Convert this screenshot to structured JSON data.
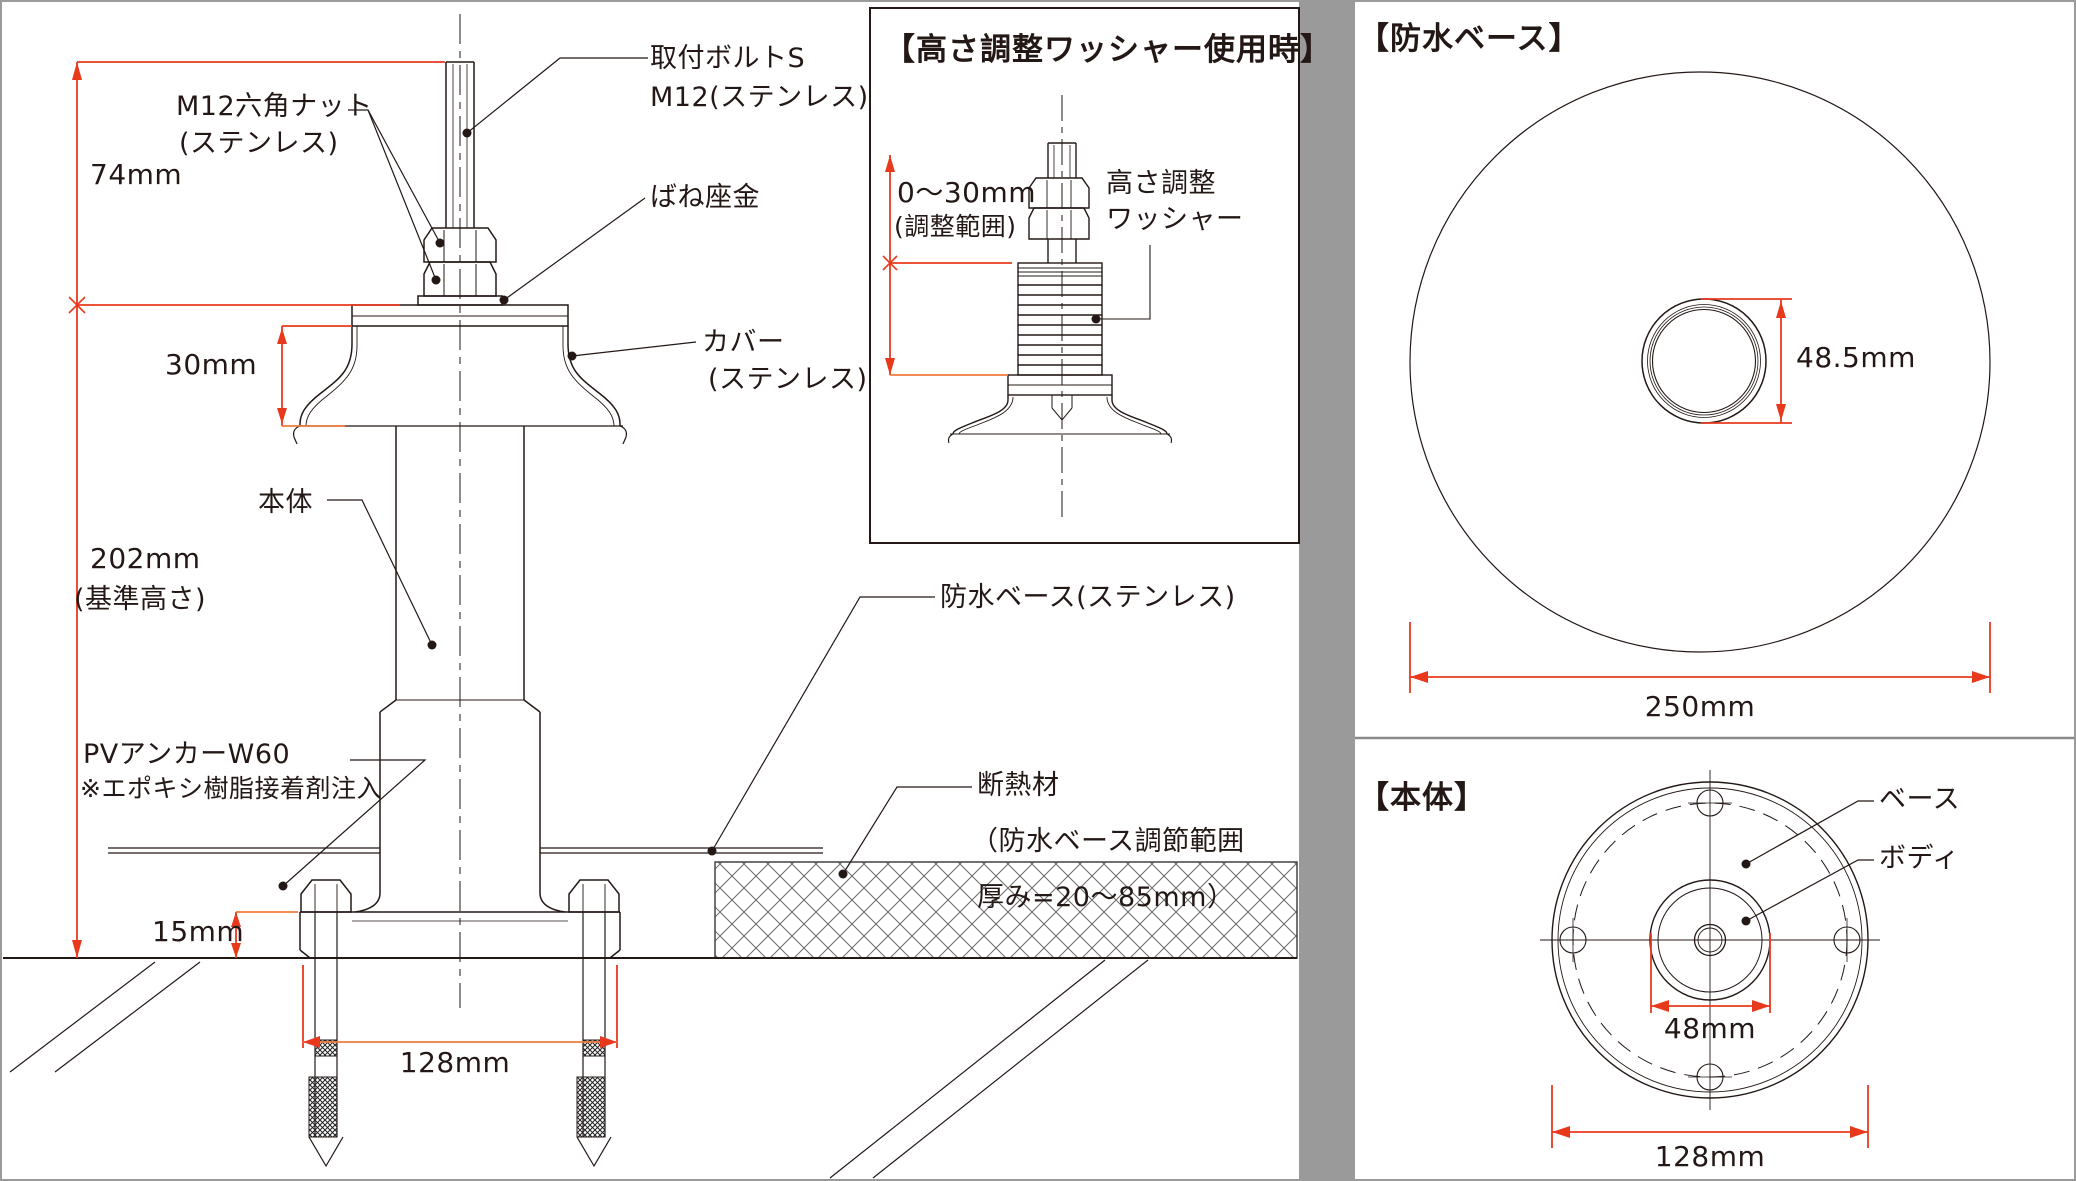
{
  "colors": {
    "line": "#231815",
    "dim_red": "#e8391d",
    "dim_orange": "#f07b3c",
    "band_gray": "#9a9a9a",
    "background": "#ffffff"
  },
  "main_drawing": {
    "labels": {
      "bolt_line1": "取付ボルトS",
      "bolt_line2": "M12(ステンレス)",
      "nut_line1": "M12六角ナット",
      "nut_line2": "(ステンレス)",
      "spring_washer": "ばね座金",
      "cover_line1": "カバー",
      "cover_line2": "(ステンレス)",
      "body": "本体",
      "anchor_line1": "PVアンカーW60",
      "anchor_line2": "※エポキシ樹脂接着剤注入",
      "waterproof_base": "防水ベース(ステンレス)",
      "insulation_line1": "断熱材",
      "insulation_line2": "（防水ベース調節範囲",
      "insulation_line3": "厚み=20～85mm）"
    },
    "dimensions": {
      "total_height": "74mm",
      "base_height": "202mm",
      "base_height_note": "(基準高さ)",
      "cover_height": "30mm",
      "plate_height": "15mm",
      "anchor_span": "128mm"
    }
  },
  "inset_panel": {
    "title": "【高さ調整ワッシャー使用時】",
    "dimensions": {
      "adjust_range": "0～30mm",
      "adjust_range_note": "(調整範囲)"
    },
    "labels": {
      "washer_line1": "高さ調整",
      "washer_line2": "ワッシャー"
    }
  },
  "waterproof_base_panel": {
    "title": "【防水ベース】",
    "dimensions": {
      "hole_diameter": "48.5mm",
      "outer_diameter": "250mm"
    }
  },
  "body_panel": {
    "title": "【本体】",
    "labels": {
      "base": "ベース",
      "body": "ボディ"
    },
    "dimensions": {
      "body_diameter": "48mm",
      "base_diameter": "128mm"
    }
  }
}
